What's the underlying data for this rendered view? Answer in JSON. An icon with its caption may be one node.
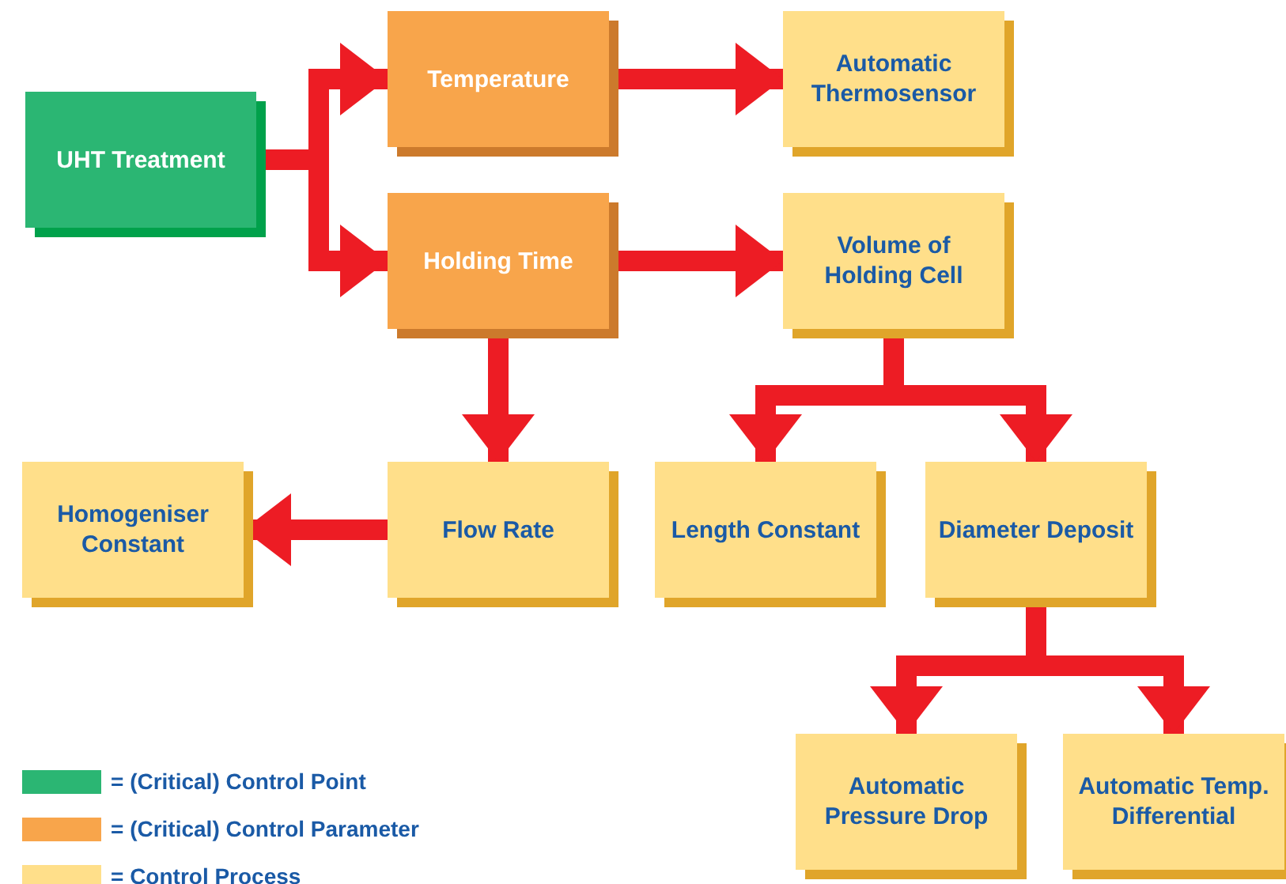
{
  "diagram": {
    "nodes": [
      {
        "text": [
          "UHT Treatment"
        ]
      },
      {
        "text": [
          "Temperature"
        ]
      },
      {
        "text": [
          "Automatic Thermosensor"
        ]
      },
      {
        "text": [
          "Holding Time"
        ]
      },
      {
        "text": [
          "Volume of Holding Cell"
        ]
      },
      {
        "text": [
          "Flow Rate"
        ]
      },
      {
        "text": [
          "Homogeniser Constant"
        ]
      },
      {
        "text": [
          "Length Constant"
        ]
      },
      {
        "text": [
          "Diameter Deposit"
        ]
      },
      {
        "text": [
          "Automatic Pressure Drop"
        ]
      },
      {
        "text": [
          "Automatic Temp. Differential"
        ]
      }
    ],
    "edges": [
      {
        "from": 0,
        "to": 1,
        "arrow": "to"
      },
      {
        "from": 0,
        "to": 3,
        "arrow": "to"
      },
      {
        "from": 1,
        "to": 2,
        "arrow": "to"
      },
      {
        "from": 3,
        "to": 4,
        "arrow": "to"
      },
      {
        "from": 3,
        "to": 5,
        "arrow": "to"
      },
      {
        "from": 5,
        "to": 6,
        "arrow": "to"
      },
      {
        "from": 4,
        "to": 7,
        "arrow": "to"
      },
      {
        "from": 4,
        "to": 8,
        "arrow": "to"
      },
      {
        "from": 8,
        "to": 9,
        "arrow": "to"
      },
      {
        "from": 8,
        "to": 10,
        "arrow": "to"
      }
    ],
    "legend": [
      {
        "text": "= (Critical) Control Point",
        "color": "#2bb673"
      },
      {
        "text": "= (Critical) Control Parameter",
        "color": "#f8a54b"
      },
      {
        "text": "= Control Process",
        "color": "#ffdf8a"
      }
    ]
  }
}
